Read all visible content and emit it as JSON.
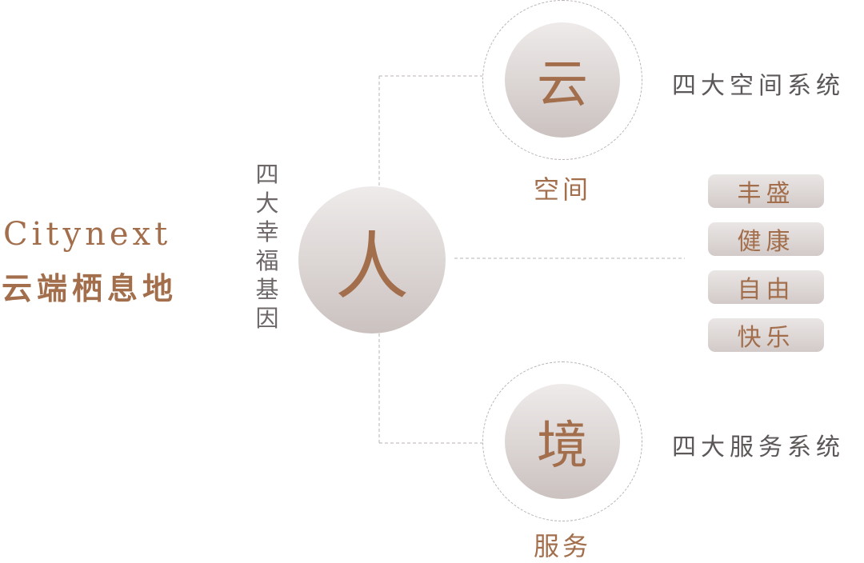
{
  "brand": {
    "english": "Citynext",
    "chinese": "云端栖息地"
  },
  "center": {
    "char": "人",
    "vertical_label": "四大幸福基因"
  },
  "top_node": {
    "char": "云",
    "label": "空间",
    "system": "四大空间系统"
  },
  "bottom_node": {
    "char": "境",
    "label": "服务",
    "system": "四大服务系统"
  },
  "genes": [
    "丰盛",
    "健康",
    "自由",
    "快乐"
  ],
  "colors": {
    "accent": "#a26e4c",
    "text_gray": "#5d5858",
    "circle_light": "#eeebea",
    "circle_dark": "#cbc2c0"
  }
}
